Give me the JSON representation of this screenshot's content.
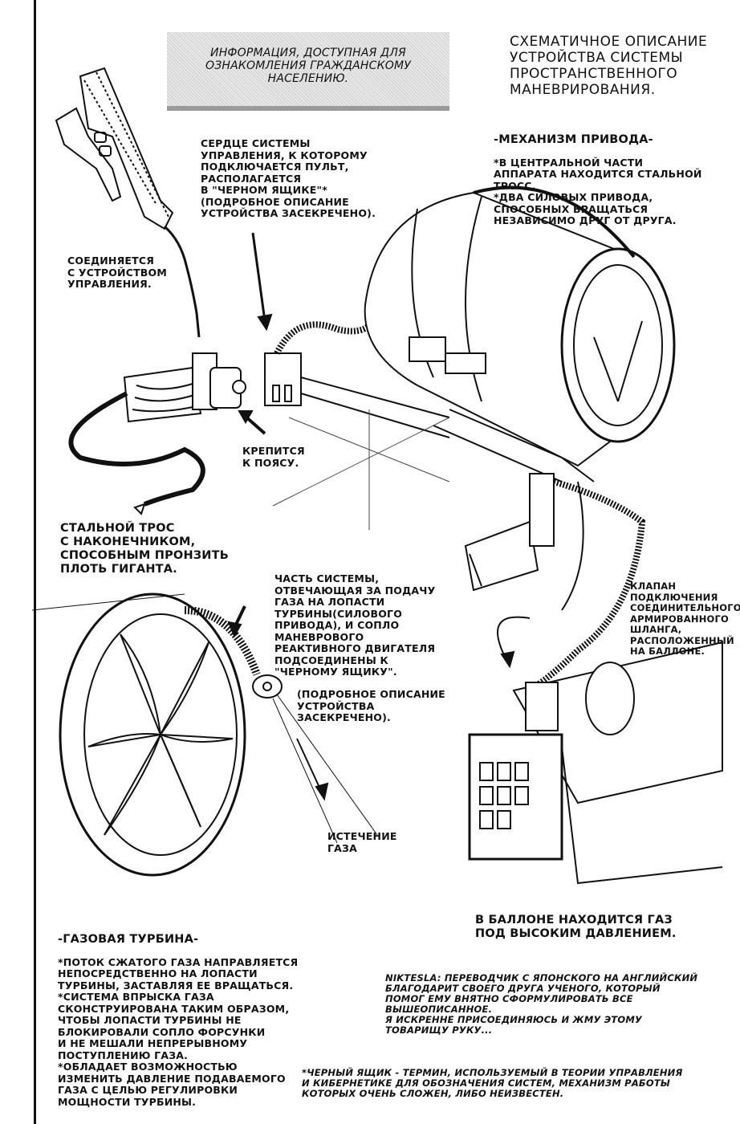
{
  "page": {
    "notice": "Информация, доступная для\nознакомления гражданскому\nнаселению.",
    "title": "Схематичное описание\nустройства системы\nпространственного\nманеврирования.",
    "drive": {
      "heading": "-Механизм привода-",
      "body": "*в центральной части\nаппарата находится стальной\nтросс.\n*два силовых привода,\nспособных вращаться\nнезависимо друг от друга."
    },
    "heart": "Сердце системы\nуправления, к которому\nподключается пульт,\nрасполагается\nв \"черном ящике\"*\n(подробное описание\nустройства засекречено).",
    "connects": "Соединяется\nс устройством\nуправления.",
    "belt": "Крепится\nк поясу.",
    "cable": "Стальной трос\nс наконечником,\nспособным пронзить\nплоть гиганта.",
    "gas_part": "Часть системы,\nотвечающая за подачу\nгаза на лопасти\nтурбины(силового\nпривода), и сопло\nманеврового\nреактивного двигателя\nподсоединены к\n\"черному ящику\".",
    "classified": "(подробное описание\nустройства\nзасекречено).",
    "valve": "Клапан\nподключения\nсоединительного\nармированного\nшланга,\nрасположенный\nна баллоне.",
    "exhaust": "Истечение\nгаза",
    "turbine": {
      "heading": "-Газовая турбина-",
      "body": "*поток сжатого газа направляется\nнепосредственно на лопасти\nтурбины, заставляя ее вращаться.\n*система впрыска газа\nсконструирована таким образом,\nчтобы лопасти турбины не\nблокировали сопло форсунки\nи не мешали непрерывному\nпоступлению газа.\n*обладает возможностью\nизменить давление подаваемого\nгаза с целью регулировки\nмощности турбины."
    },
    "cylinder": "В баллоне находится газ\nпод высоким давлением.",
    "translator_note": "Niktesla: переводчик с японского на английский\nблагодарит своего друга ученого, который\nпомог ему внятно сформулировать все\nвышеописанное.\nЯ искренне присоединяюсь и жму этому\nтоварищу руку...",
    "footnote": "*Черный ящик - термин, используемый в теории управления\nи кибернетике для обозначения систем, механизм работы\nкоторых очень сложен, либо неизвестен."
  },
  "colors": {
    "ink": "#111111",
    "paper": "#ffffff",
    "tone": "#d8d8d8"
  }
}
